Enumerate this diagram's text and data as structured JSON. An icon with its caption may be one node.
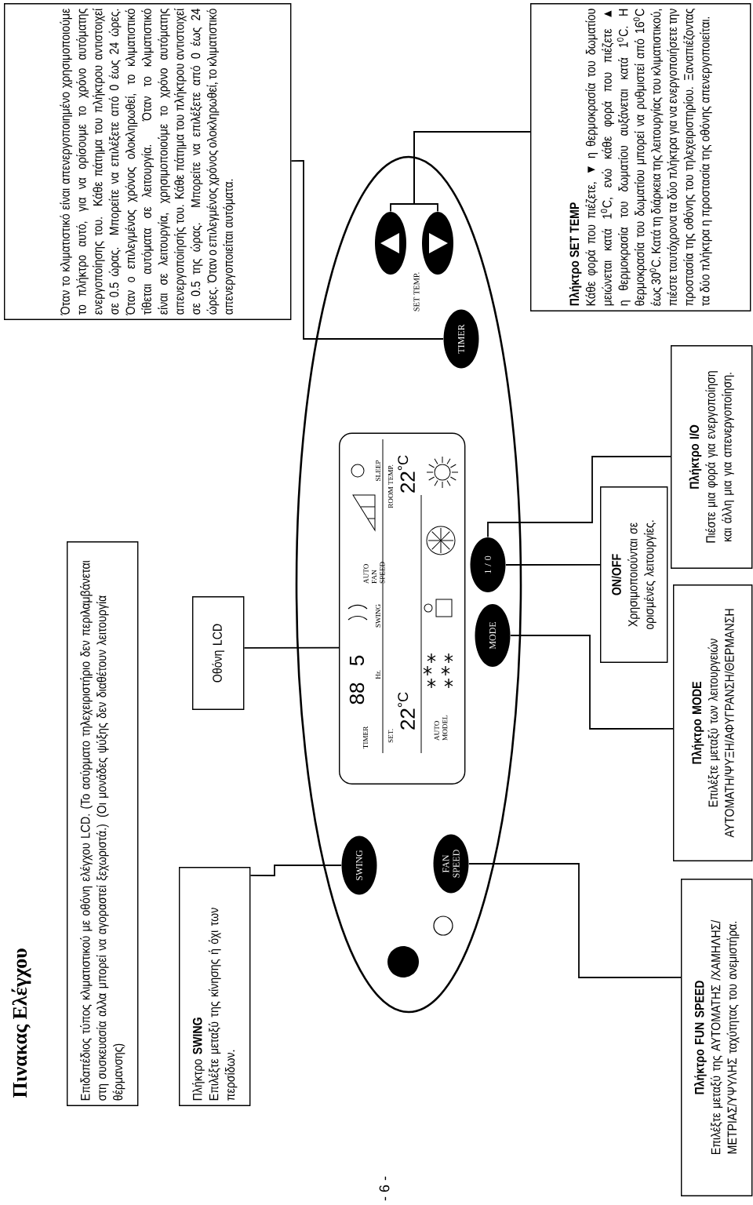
{
  "diagram": {
    "title": "Πινακας Ελέγχου",
    "nodes": [
      {
        "text": [
          "Επιδαπέδιος τύπος κλιματιστικού με οθόνη ελέγχου LCD. (Το ασύρματο τηλεχειριστήριο δεν περιλαμβάνεται στη συσκευασία αλλα μπορεί να αγοραστεί ξεχωριστά.) (Οι μονάδες ψύξης δεν διαθέτουν λειτουργία θέρμανσης)"
        ]
      },
      {
        "text": [
          "Όταν το κλιματιστικό είναι απενεργοποιημένο χρησιμοποιούμε το πλήκτρο αυτό, για να ορίσουμε το χρόνο αυτόματης ενεργοποίησης του. Κάθε πάτημα του πλήκτρου αντιστοιχεί σε 0.5 ώρας. Μπορείτε να επιλέξετε από 0 έως 24 ώρες. Όταν ο επιλεγμένος χρόνος ολοκληρωθεί, το κλιματιστικό τίθεται αυτόματα σε λειτουργία. Όταν το κλιματιστικό είναι σε λειτουργία, χρησιμοποιούμε το χρόνο αυτόματης απενεργοποίησής του. Κάθε πάτημα του πλήκτρου αντιστοιχεί σε 0.5 της ώρας. Μπορείτε να επιλέξετε από 0 έως 24 ώρες. Όταν ο επιλεγμένος χρόνος ολοκληρωθεί, το κλιματιστικό απενεργοποιείται αυτόματα."
        ]
      },
      {
        "text": [
          "Πλήκτρο **SWING**",
          "Επιλέξτε μεταξύ της κίνησης ή όχι των περσίδων."
        ]
      },
      {
        "text": [
          "Οθόνη LCD"
        ]
      },
      {
        "text": [
          "SWING"
        ]
      },
      {
        "text": [
          "FAN SPEED"
        ]
      },
      {
        "text": [],
        "shape": "box"
      },
      {
        "text": [
          "MODE"
        ]
      },
      {
        "text": [
          "1 / 0"
        ]
      },
      {
        "text": [
          "TIMER"
        ]
      },
      {
        "text": [],
        "shape": "button"
      },
      {
        "text": [],
        "shape": "button"
      },
      {
        "text": [
          "Πλήκτρο FUN SPEED",
          "Επιλέξτε μεταξύ της ΑΥΤΟΜΑΤΗΣ /ΧΑΜΗΛΗΣ/ ΜΕΤΡΙΑΣ/ΥΨΥΛΗΣ ταχύτητας του ανεμιστήρα."
        ]
      },
      {
        "text": [
          "Πλήκτρο MODE",
          "Επιλέξτε μεταξύ των λειτουργειών ΑΥΤΟΜΑΤΗ/ΨΥΞΗ/ΑΦΥΓΡΑΝΣΗ/ΘΕΡΜΑΝΣΗ"
        ]
      },
      {
        "text": [
          "ON/OFF",
          "Χρησιμοποιούνται σε ορισμένες λειτουργίες."
        ]
      },
      {
        "text": [
          "Πλήκτρο I/O",
          "Πιέστε μια φορά για ενεργοποίηση και άλλη μια για απενεργοποίηση."
        ]
      },
      {
        "text": [
          "Πλήκτρο SET TEMP",
          "Κάθε φορά που πιέζετε, ▼ η θερμοκρασία του δωματίου μειώνεται κατά 1$^{0}$C, ενώ κάθε φορά που πιέζετε ▲ η θερμοκρασία του δωματίου αυξάνεται κατά 1$^{0}$C. Η θερμοκρασία του δωματίου μπορεί να ρυθμιστεί από 16$^{0}$C έως 30$^{0}$C. Κατά τη διάρκεια της λειτουργίας του κλιματιστικού, πιέστε ταυτόχρονα τα δύο πλήκτρα για να ενεργοποιήσετε την προστασία της οθόνης του τηλεχειριστηρίου. Ξαναπιέζοντας τα δύο πλήκτρα η προστασία της οθόνης απενεργοποιείται."
        ]
      }
    ],
    "edges": [
      {
        "from": 2,
        "to": 4,
        "arrow": "none"
      },
      {
        "from": 3,
        "to": 6,
        "arrow": "none"
      },
      {
        "from": 1,
        "to": 9,
        "arrow": "none"
      },
      {
        "from": 16,
        "to": 10,
        "arrow": "none"
      },
      {
        "from": 16,
        "to": 11,
        "arrow": "none"
      },
      {
        "from": 14,
        "to": 8,
        "arrow": "none"
      },
      {
        "from": 15,
        "to": 8,
        "arrow": "none"
      },
      {
        "from": 13,
        "to": 7,
        "arrow": "none"
      },
      {
        "from": 12,
        "to": 5,
        "arrow": "none"
      }
    ],
    "labels": [
      "TIMER",
      "88",
      "5",
      "Hr.",
      "SWING",
      "AUTO FAN SPEED",
      "SLEEP",
      "SET.",
      "22$^{°C}$",
      "ROOM TEMP.",
      "22$^{°C}$",
      "AUTO MODEL",
      "SET TEMP.",
      "- 6 -"
    ]
  }
}
